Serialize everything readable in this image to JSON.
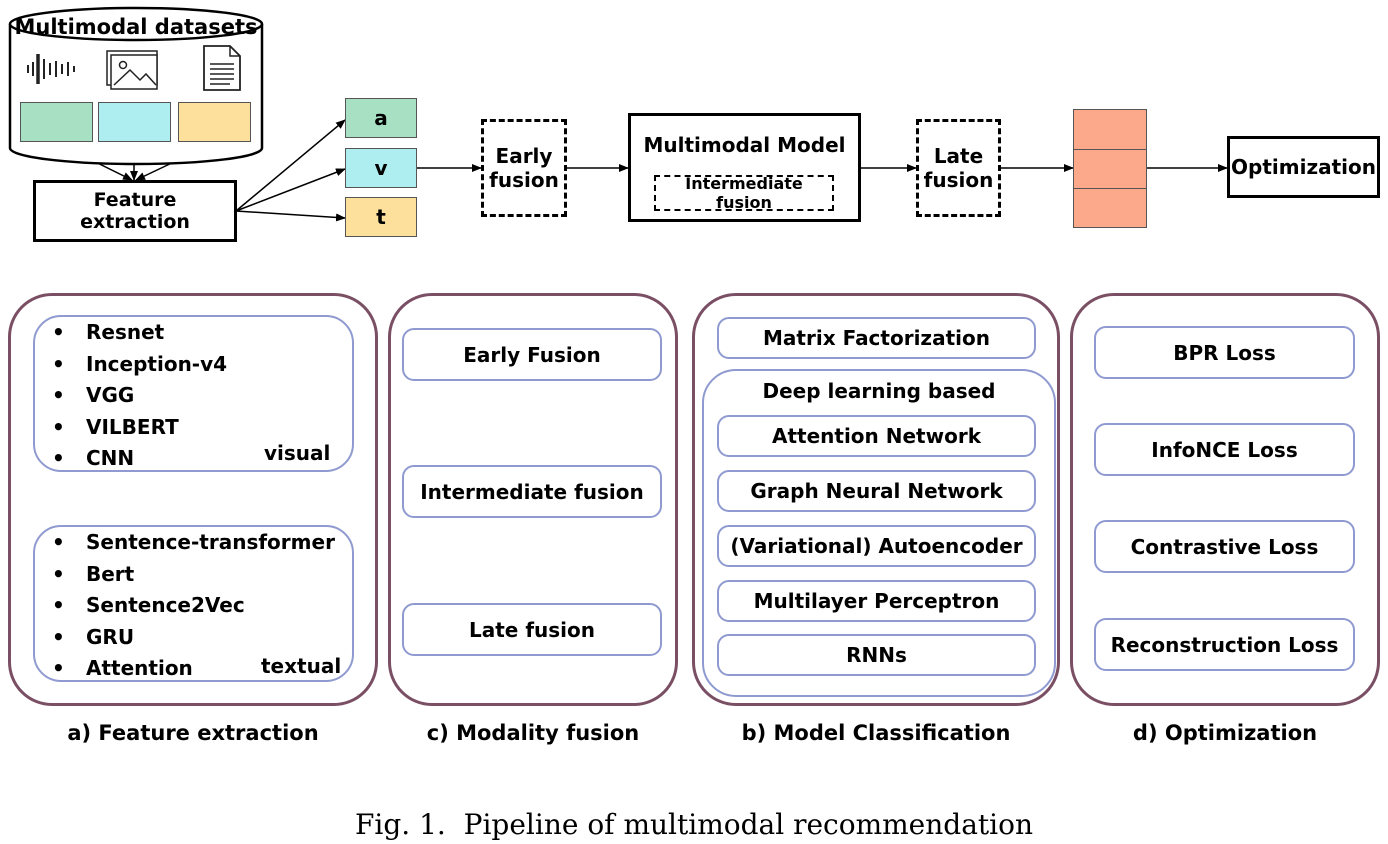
{
  "pipeline": {
    "datasets_title": "Multimodal datasets",
    "dataset_icons": [
      "audio-waveform-icon",
      "image-icon",
      "text-document-icon"
    ],
    "feature_colors": [
      "#a8e0c4",
      "#aeeef0",
      "#fce09c"
    ],
    "feature_extraction": "Feature extraction",
    "modalities": [
      {
        "label": "a",
        "color": "#a8e0c4"
      },
      {
        "label": "v",
        "color": "#aeeef0"
      },
      {
        "label": "t",
        "color": "#fce09c"
      }
    ],
    "early_fusion": "Early fusion",
    "model_title": "Multimodal Model",
    "intermediate_fusion": "Intermediate fusion",
    "late_fusion": "Late fusion",
    "output_color": "#fba98a",
    "optimization": "Optimization"
  },
  "panels": {
    "feature": {
      "visual_items": [
        "Resnet",
        "Inception-v4",
        "VGG",
        "VILBERT",
        "CNN"
      ],
      "visual_tag": "visual",
      "textual_items": [
        "Sentence-transformer",
        "Bert",
        "Sentence2Vec",
        "GRU",
        "Attention"
      ],
      "textual_tag": "textual",
      "caption": "a) Feature extraction"
    },
    "fusion": {
      "items": [
        "Early Fusion",
        "Intermediate fusion",
        "Late fusion"
      ],
      "caption": "c) Modality fusion"
    },
    "model": {
      "matrix": "Matrix Factorization",
      "deep_title": "Deep learning based",
      "deep_items": [
        "Attention Network",
        "Graph Neural Network",
        "(Variational) Autoencoder",
        "Multilayer Perceptron",
        "RNNs"
      ],
      "caption": "b) Model Classification"
    },
    "optim": {
      "items": [
        "BPR Loss",
        "InfoNCE Loss",
        "Contrastive Loss",
        "Reconstruction Loss"
      ],
      "caption": "d) Optimization"
    }
  },
  "figure_caption": "Fig. 1.  Pipeline of multimodal recommendation"
}
